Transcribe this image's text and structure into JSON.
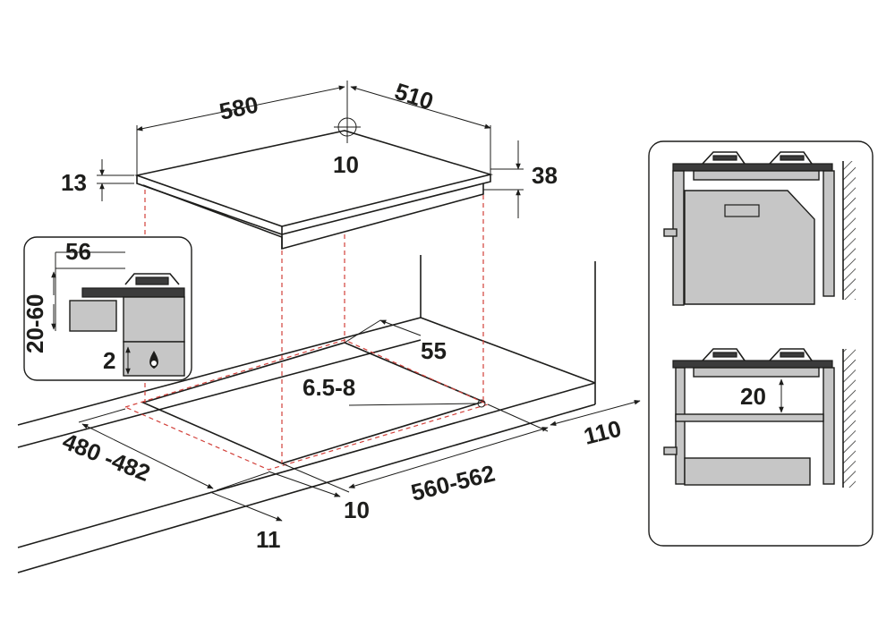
{
  "dimensions": {
    "width_top": "580",
    "depth_top": "510",
    "hole_diameter": "10",
    "thickness": "13",
    "height_total": "38",
    "inset_width": "56",
    "inset_height": "20-60",
    "inset_gap": "2",
    "cutout_offset": "55",
    "corner_radius": "6.5-8",
    "cutout_depth": "480 -482",
    "cutout_width": "560-562",
    "rear_distance": "110",
    "front_distance": "10",
    "side_distance": "11",
    "oven_gap": "20"
  }
}
